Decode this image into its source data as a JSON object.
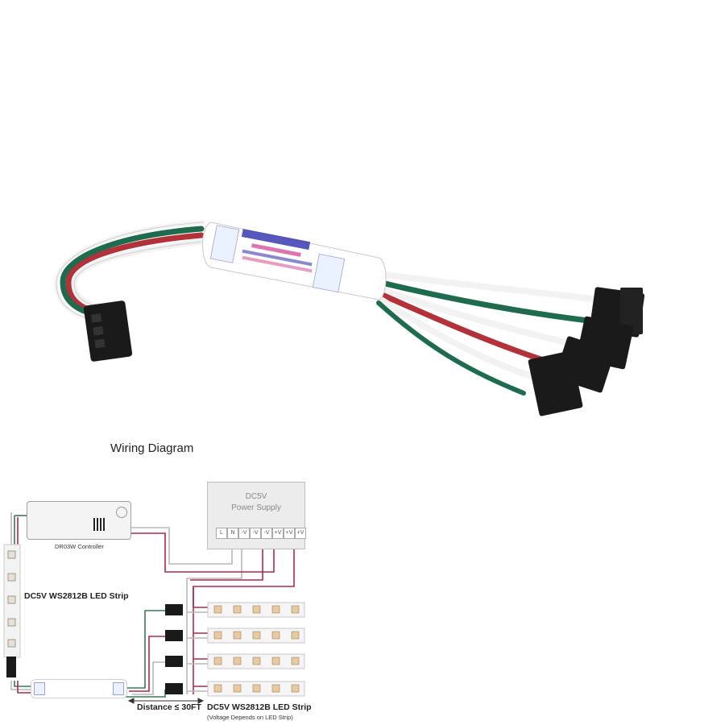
{
  "diagram": {
    "title": "Wiring Diagram",
    "power_supply": {
      "title_line1": "DC5V",
      "title_line2": "Power Supply",
      "terminals": [
        "L",
        "N",
        "-V",
        "-V",
        "-V",
        "+V",
        "+V",
        "+V"
      ]
    },
    "controller_label": "DR03W Controller",
    "strip_label": "DC5V WS2812B LED Strip",
    "distance_label": "Distance ≤ 30FT",
    "output_strip_label": "DC5V WS2812B LED Strip",
    "output_strip_note": "(Voltage Depends on LED Strip)"
  },
  "colors": {
    "wire_red": "#b0294a",
    "wire_green": "#3a7a55",
    "wire_gray": "#b8b8b8",
    "cable_green": "#1f6b4d",
    "cable_red": "#b3323a",
    "connector_black": "#1a1a1a"
  }
}
